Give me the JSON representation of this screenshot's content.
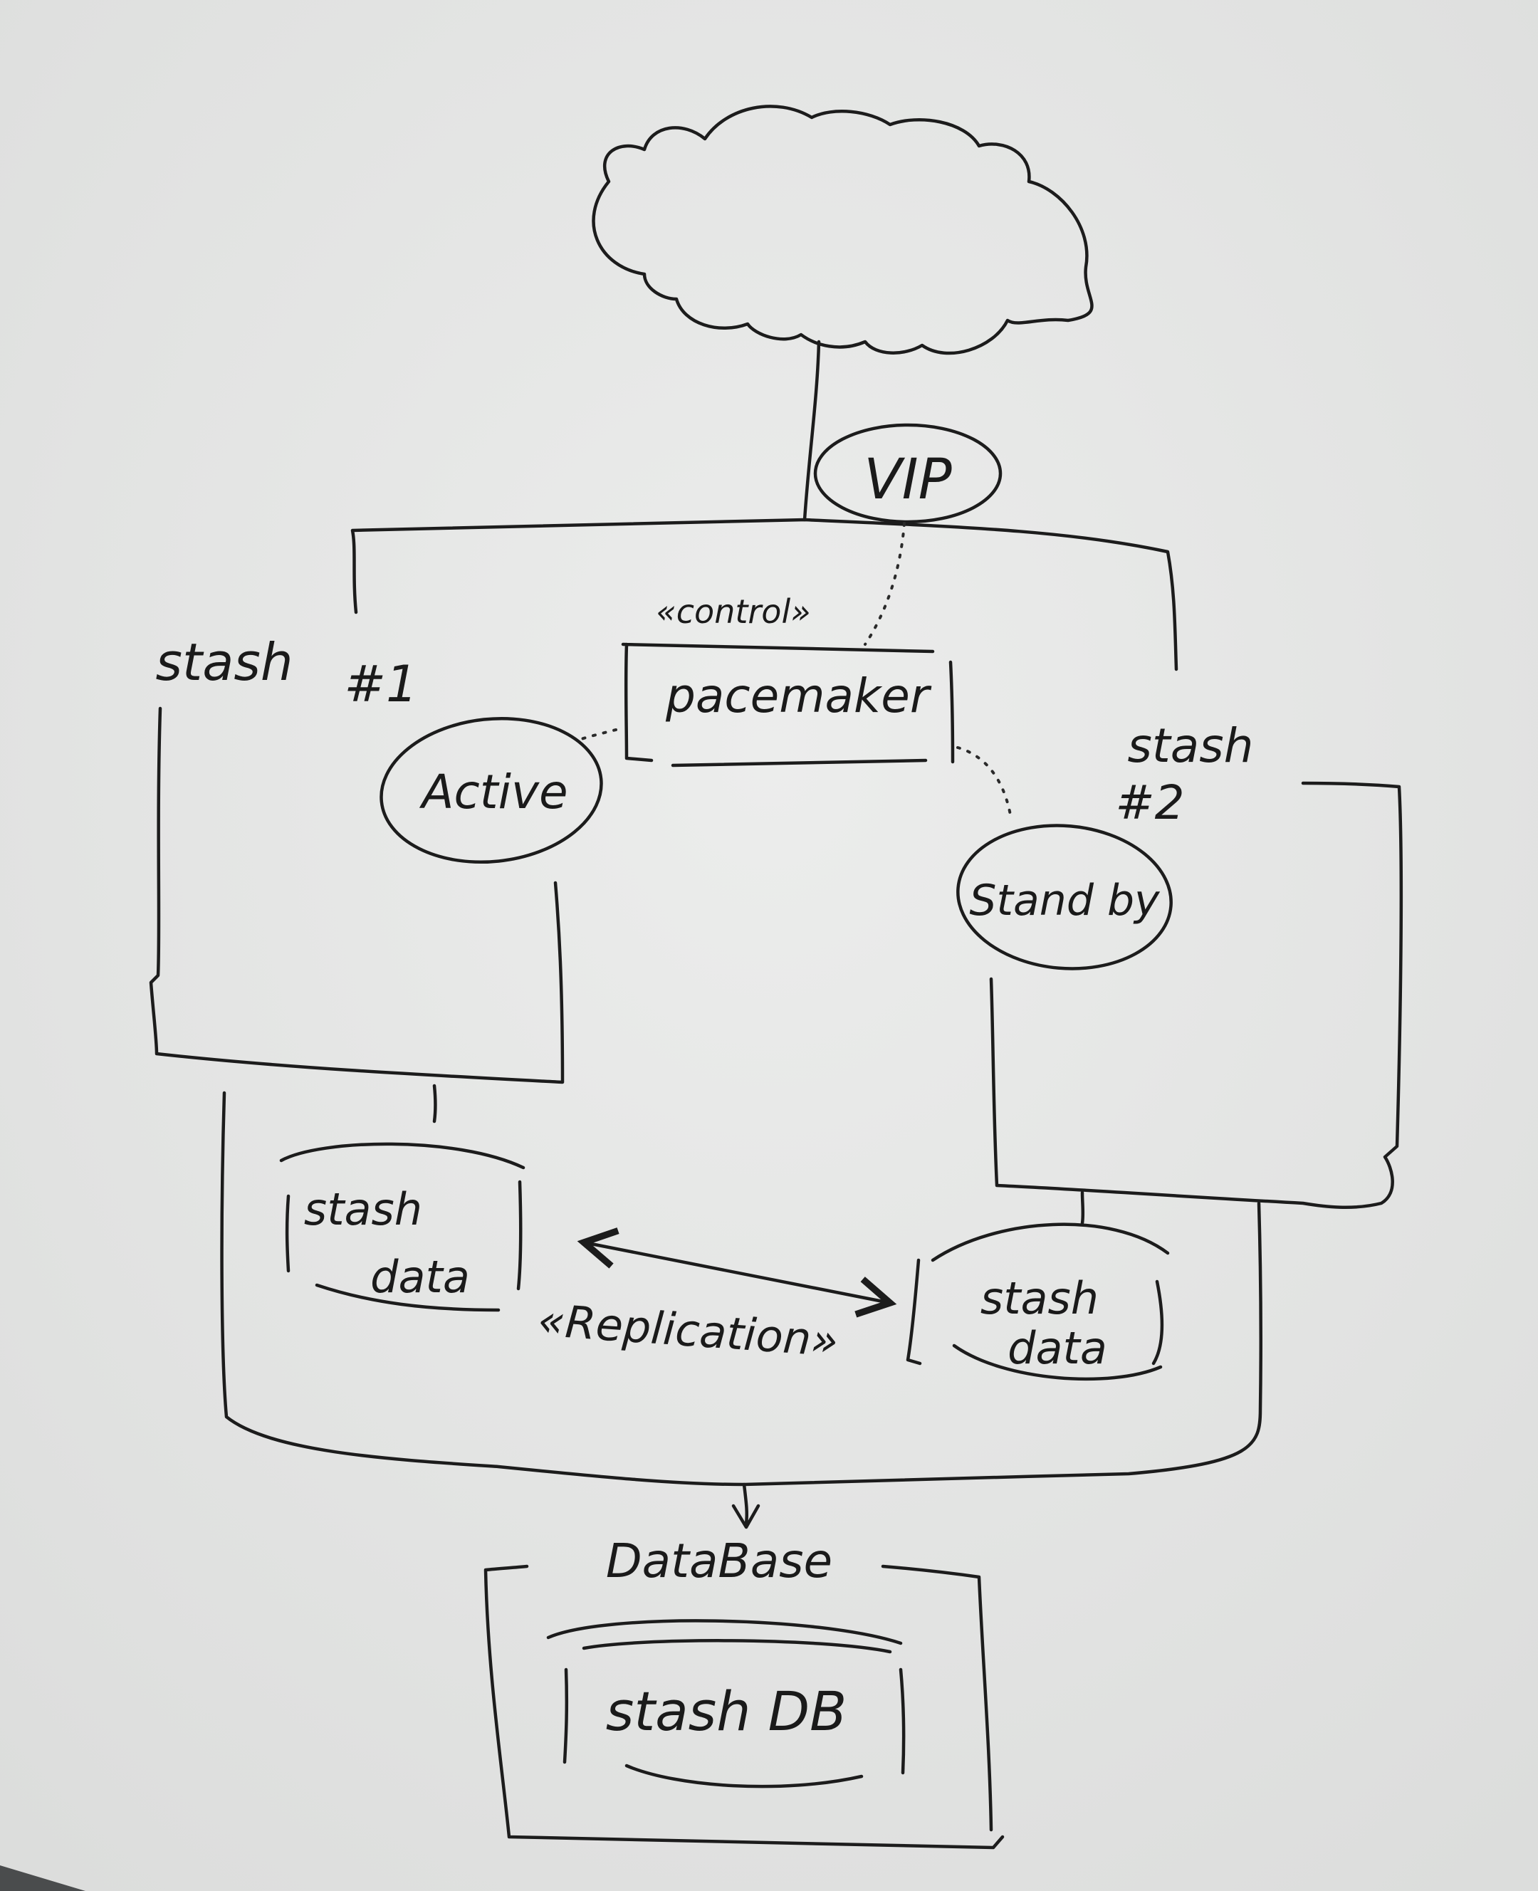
{
  "labels": {
    "vip": "VIP",
    "control": "«control»",
    "pacemaker": "pacemaker",
    "stash1": "stash",
    "stash1_num": "#1",
    "active": "Active",
    "stash2": "stash",
    "stash2_num": "#2",
    "standby": "Stand by",
    "stash_data_left_1": "stash",
    "stash_data_left_2": "data",
    "stash_data_right_1": "stash",
    "stash_data_right_2": "data",
    "replication": "«Replication»",
    "database": "DataBase",
    "stash_db": "stash DB"
  },
  "colors": {
    "paper": "#e6e7e6",
    "ink": "#1c1c1c",
    "table_edge": "#4a4c4d"
  }
}
